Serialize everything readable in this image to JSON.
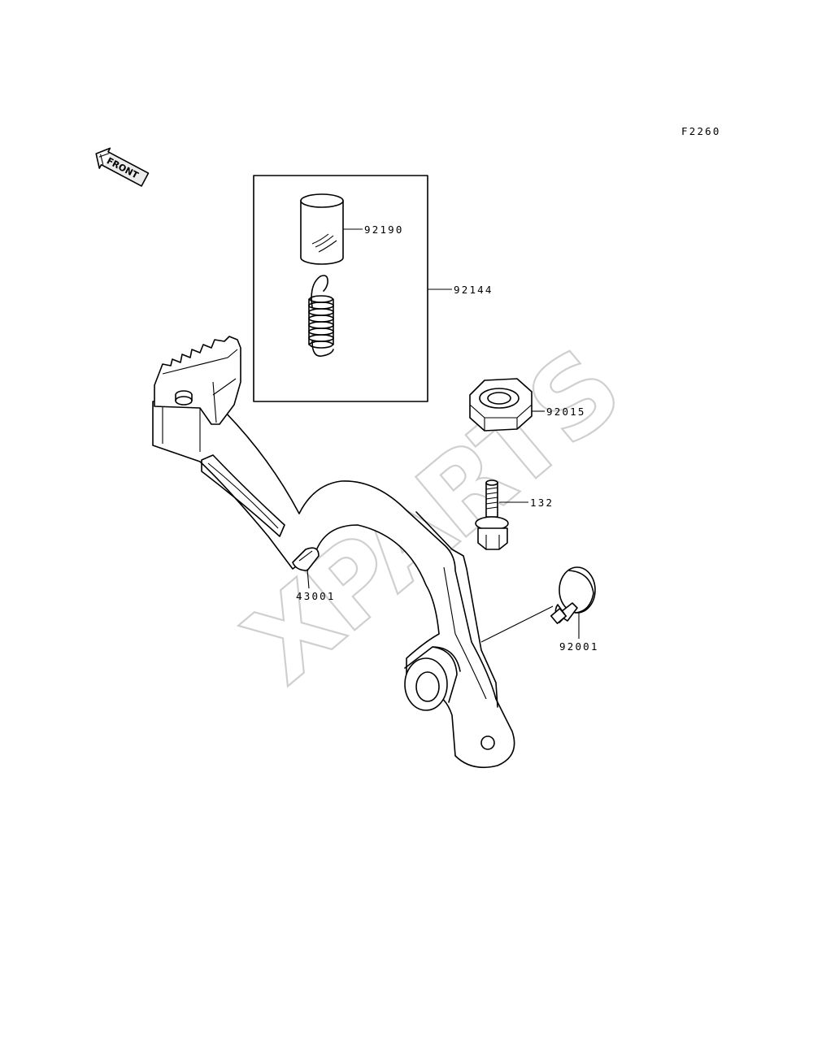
{
  "figure_code": "F2260",
  "front_label": "FRONT",
  "watermark": "XPARTS",
  "parts": {
    "collar": "92190",
    "spring_kit": "92144",
    "nut": "92015",
    "bolt": "132",
    "pedal": "43001",
    "pivot_bolt": "92001"
  }
}
